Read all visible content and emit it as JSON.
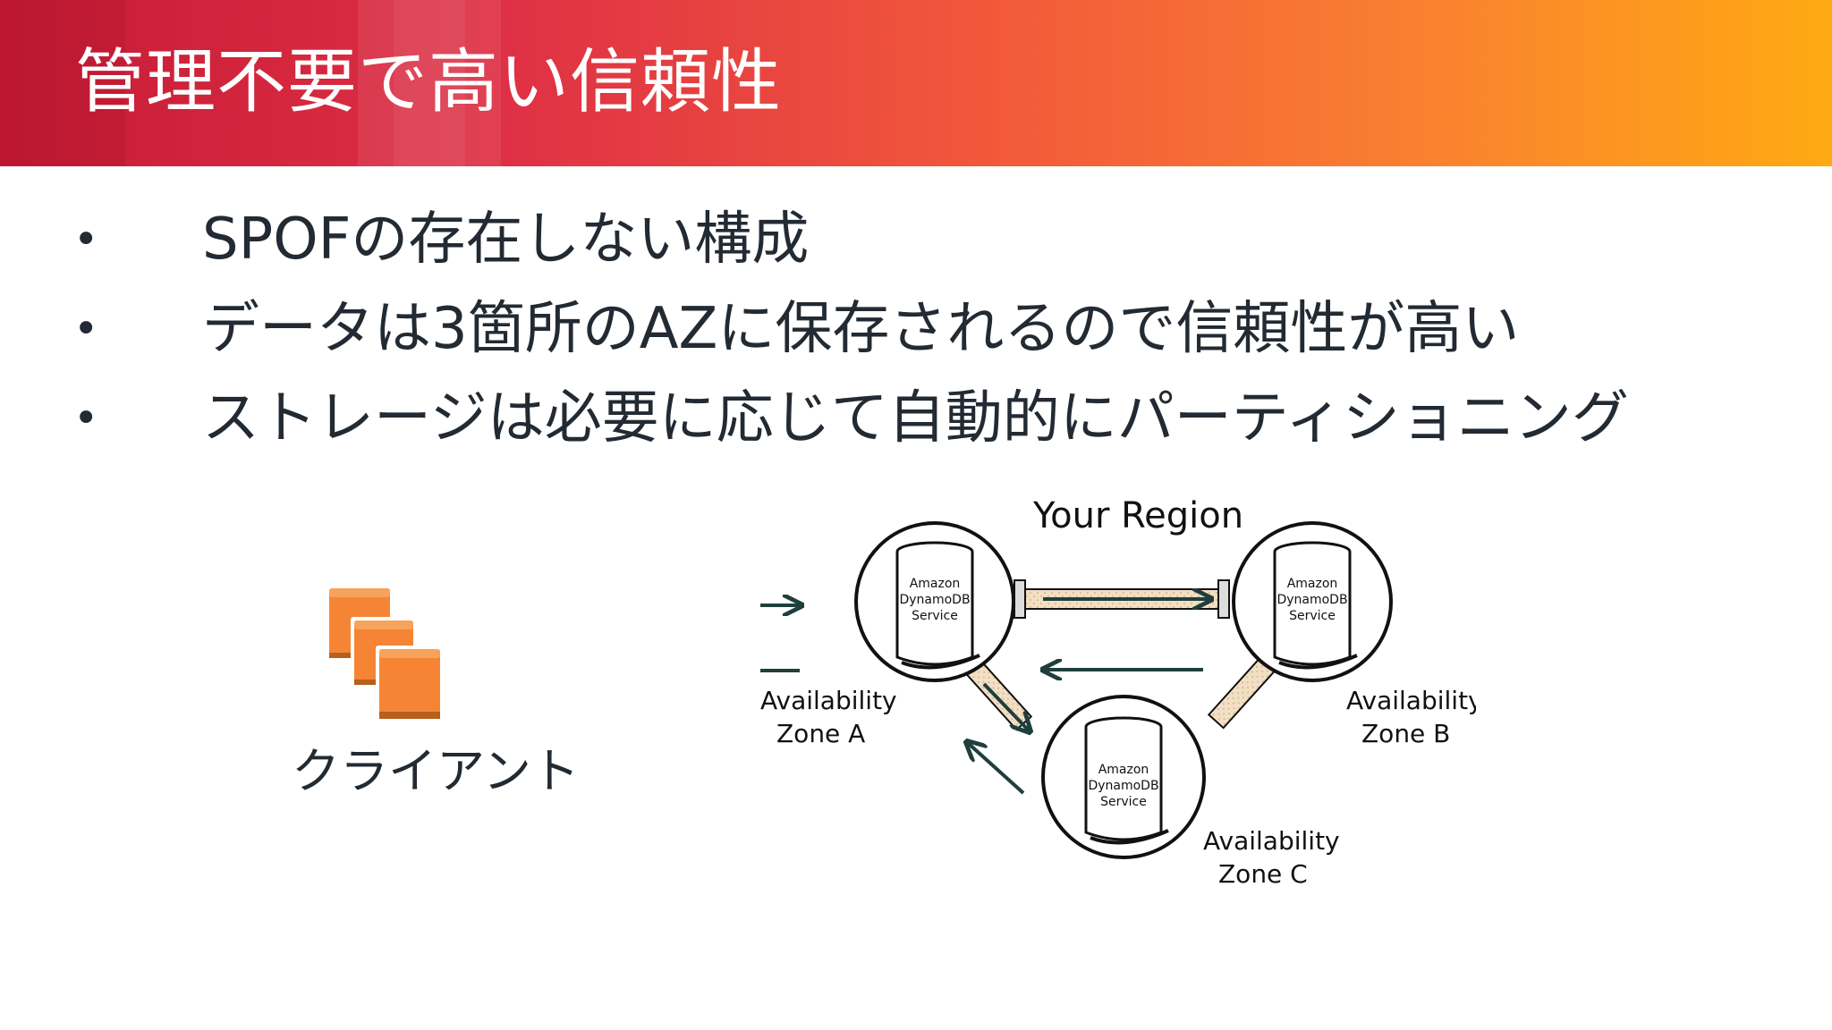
{
  "slide": {
    "title": "管理不要で高い信頼性",
    "bullets": [
      "SPOFの存在しない構成",
      "データは3箇所のAZに保存されるので信頼性が高い",
      "ストレージは必要に応じて自動的にパーティショニング"
    ],
    "bullet_marker": "•"
  },
  "client": {
    "label": "クライアント",
    "icon": "stacked-instances-icon"
  },
  "diagram": {
    "region_label": "Your Region",
    "nodes": [
      {
        "service": [
          "Amazon",
          "DynamoDB",
          "Service"
        ],
        "zone": [
          "Availability",
          "Zone A"
        ]
      },
      {
        "service": [
          "Amazon",
          "DynamoDB",
          "Service"
        ],
        "zone": [
          "Availability",
          "Zone B"
        ]
      },
      {
        "service": [
          "Amazon",
          "DynamoDB",
          "Service"
        ],
        "zone": [
          "Availability",
          "Zone C"
        ]
      }
    ]
  },
  "colors": {
    "header_start": "#c61b36",
    "header_end": "#ffaa12",
    "text": "#222a33",
    "arrow": "#1f3f3d",
    "client_icon": "#f58534"
  }
}
